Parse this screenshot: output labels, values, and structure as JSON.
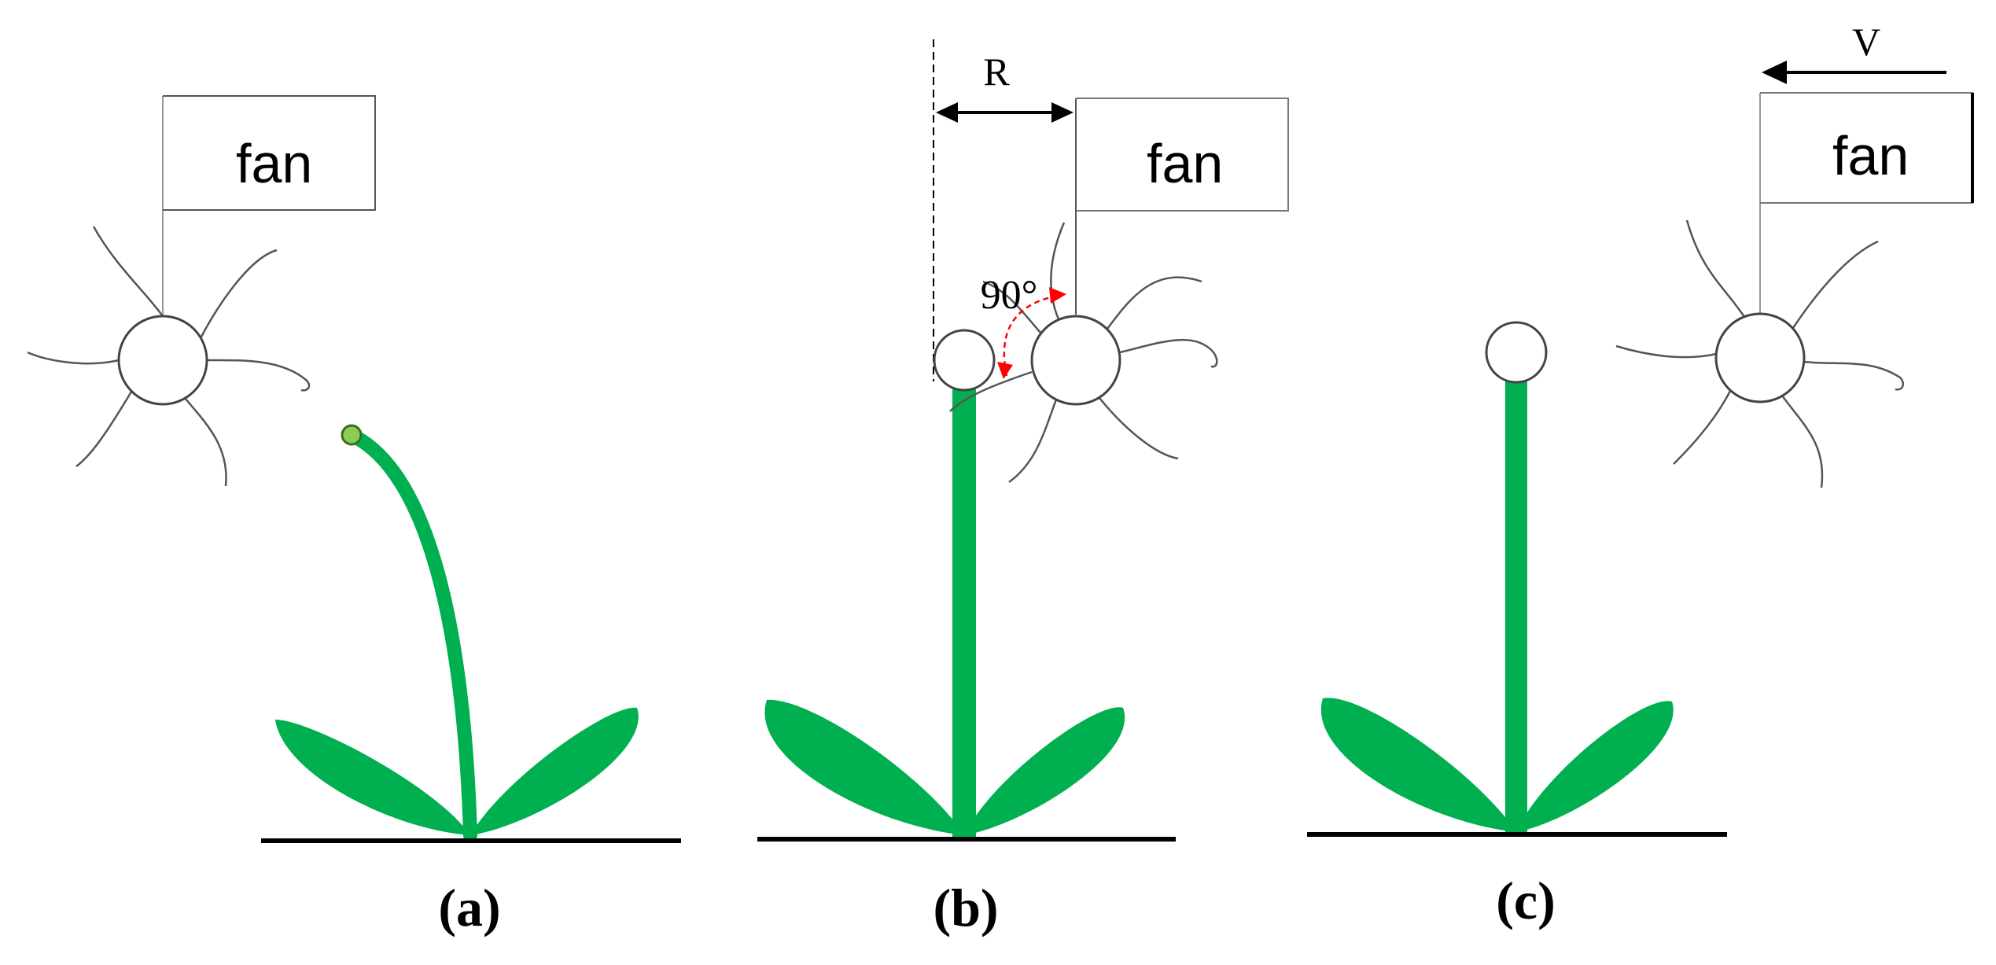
{
  "labels": {
    "fan": "fan",
    "panel_a": "(a)",
    "panel_b": "(b)",
    "panel_c": "(c)",
    "radius": "R",
    "angle": "90°",
    "velocity": "V"
  },
  "colors": {
    "plant": "#00b050",
    "seedling_tip": "#8ccc56",
    "angle_arc": "#ff0000",
    "line": "#000000",
    "fan_outline": "#555555"
  },
  "icons": [
    "fan-icon",
    "seedling-icon",
    "ground-line",
    "arrow"
  ]
}
